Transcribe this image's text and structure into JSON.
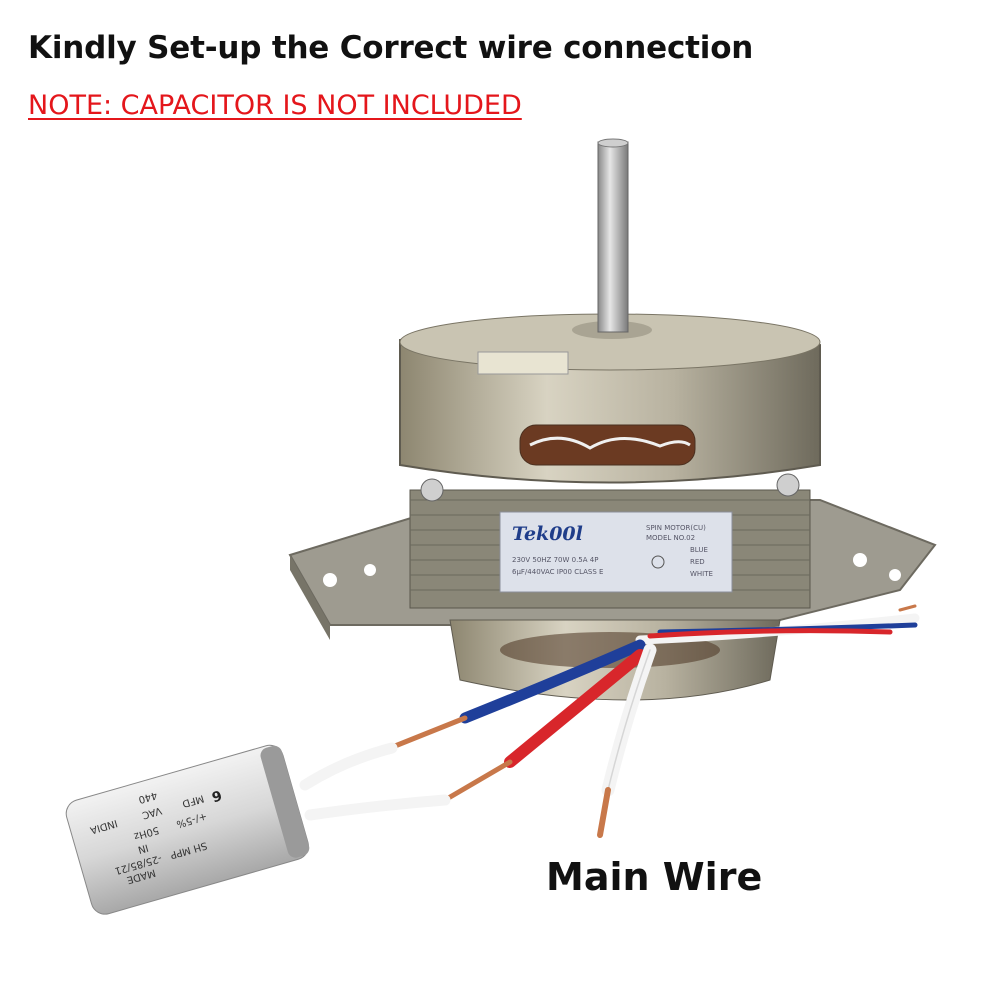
{
  "headline": "Kindly Set-up the Correct wire connection",
  "note": "NOTE: CAPACITOR IS NOT INCLUDED",
  "callout": "Main Wire",
  "colors": {
    "headline": "#111111",
    "note": "#e4161b",
    "wire_blue": "#1f3f9a",
    "wire_red": "#d8262b",
    "wire_white": "#f4f4f4",
    "copper": "#c8784a"
  },
  "motor": {
    "brand": "Tek00l",
    "plate_title": "SPIN MOTOR(CU)",
    "plate_model": "MODEL NO.02",
    "plate_spec_1": "230V 50HZ 70W 0.5A 4P",
    "plate_spec_2": "6μF/440VAC IP00 CLASS E",
    "plate_wire_blue": "BLUE",
    "plate_wire_red": "RED",
    "plate_wire_white": "WHITE"
  },
  "capacitor": {
    "made": "MADE",
    "in": "IN",
    "india": "INDIA",
    "mfd": "MFD",
    "mfd_value": "6",
    "vac": "VAC",
    "vac_value": "440",
    "tolerance": "+/-5%",
    "freq": "50Hz",
    "series": "SH MPP",
    "code": "-25/85/21"
  }
}
